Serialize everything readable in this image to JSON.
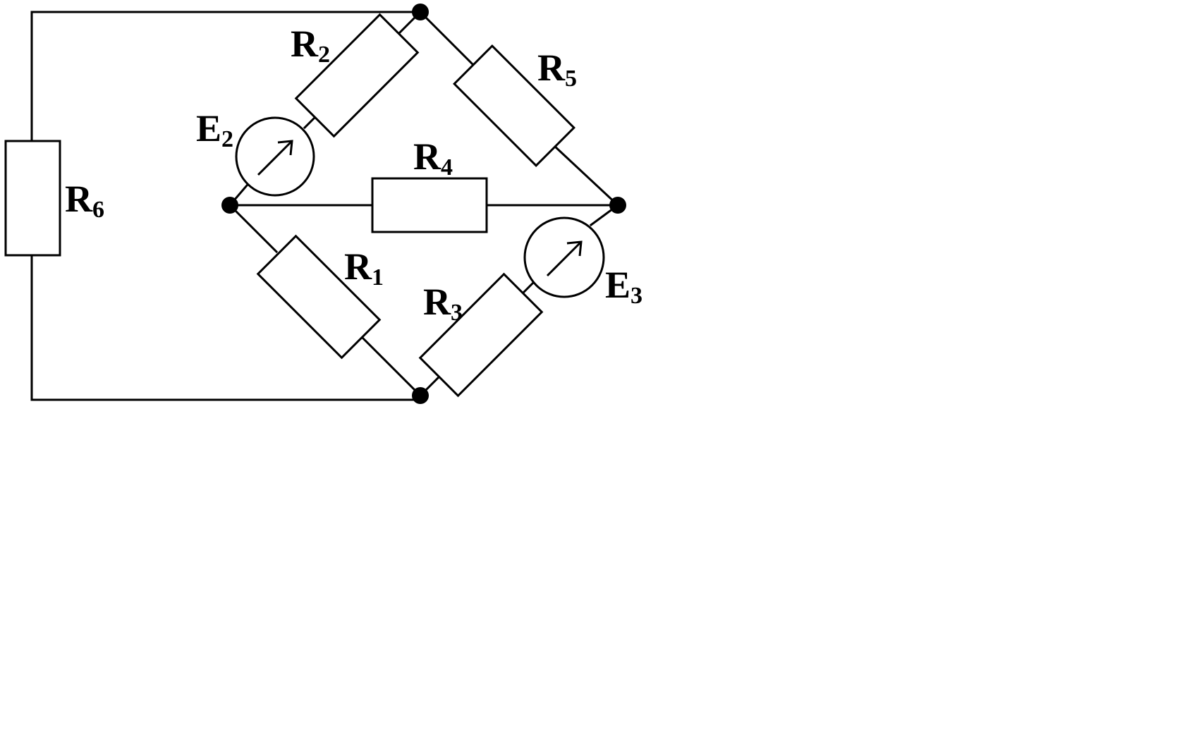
{
  "diagram": {
    "labels": {
      "R1": {
        "main": "R",
        "sub": "1"
      },
      "R2": {
        "main": "R",
        "sub": "2"
      },
      "R3": {
        "main": "R",
        "sub": "3"
      },
      "R4": {
        "main": "R",
        "sub": "4"
      },
      "R5": {
        "main": "R",
        "sub": "5"
      },
      "R6": {
        "main": "R",
        "sub": "6"
      },
      "E2": {
        "main": "E",
        "sub": "2"
      },
      "E3": {
        "main": "E",
        "sub": "3"
      }
    }
  }
}
